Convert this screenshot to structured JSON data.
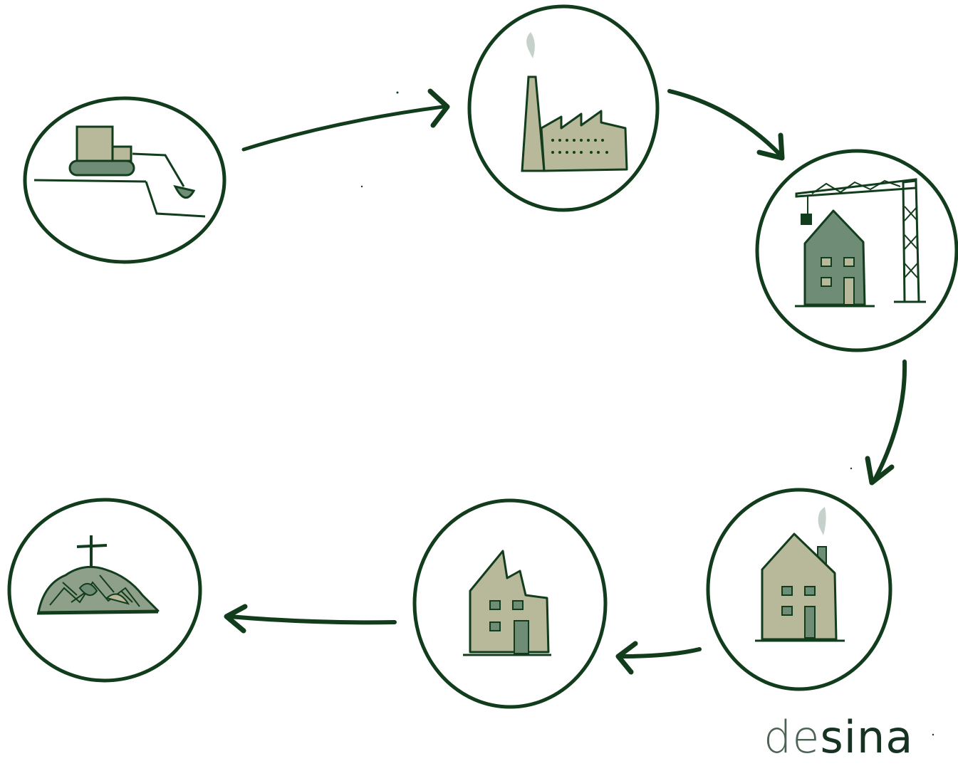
{
  "logo": {
    "light_part": "de",
    "bold_part": "sina"
  },
  "diagram": {
    "type": "lifecycle-cycle",
    "stages": [
      {
        "name": "extraction-stage",
        "icon": "excavator-icon"
      },
      {
        "name": "manufacturing-stage",
        "icon": "factory-icon"
      },
      {
        "name": "construction-stage",
        "icon": "crane-house-icon"
      },
      {
        "name": "use-stage",
        "icon": "house-icon"
      },
      {
        "name": "demolition-stage",
        "icon": "damaged-house-icon"
      },
      {
        "name": "landfill-stage",
        "icon": "rubble-grave-icon"
      }
    ]
  },
  "colors": {
    "ink": "#123d1c",
    "khaki": "#b8b89a",
    "sage": "#6f8d76",
    "smoke": "#b9c5be",
    "background": "#ffffff"
  }
}
